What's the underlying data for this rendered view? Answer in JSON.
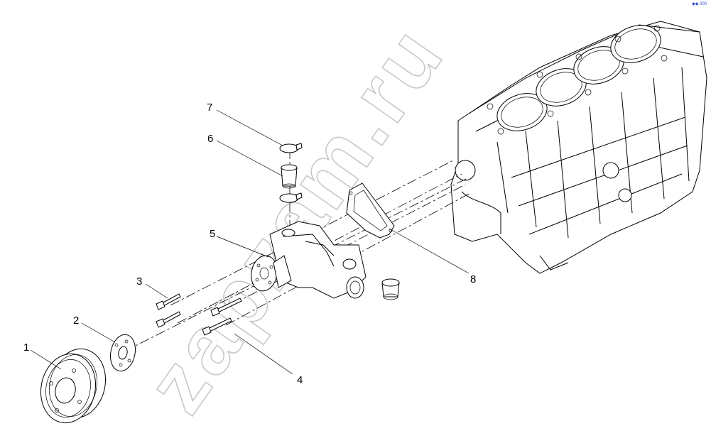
{
  "diagram": {
    "watermark": "zapzam.ru",
    "corner_mark": "◆◆ 000",
    "callouts": [
      {
        "id": "1",
        "label": "1"
      },
      {
        "id": "2",
        "label": "2"
      },
      {
        "id": "3",
        "label": "3"
      },
      {
        "id": "4",
        "label": "4"
      },
      {
        "id": "5",
        "label": "5"
      },
      {
        "id": "6",
        "label": "6"
      },
      {
        "id": "7",
        "label": "7"
      },
      {
        "id": "8",
        "label": "8"
      }
    ]
  }
}
